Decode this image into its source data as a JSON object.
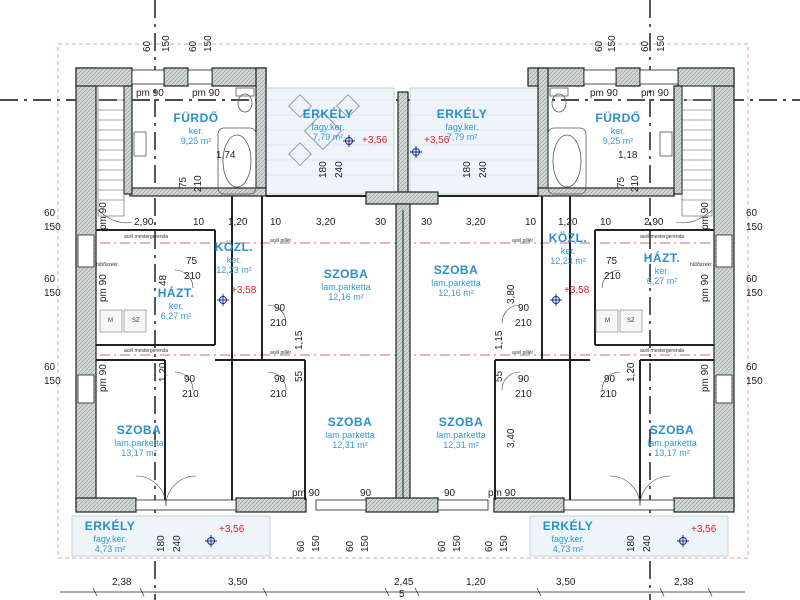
{
  "rooms": {
    "furdo_left": {
      "name": "FÜRDŐ",
      "floor": "ker.",
      "area": "9,25 m²"
    },
    "furdo_right": {
      "name": "FÜRDŐ",
      "floor": "ker.",
      "area": "9,25 m²"
    },
    "erkely_top_left": {
      "name": "ERKÉLY",
      "floor": "fagy.ker.",
      "area": "7,79 m²"
    },
    "erkely_top_right": {
      "name": "ERKÉLY",
      "floor": "fagy.ker.",
      "area": "7,79 m²"
    },
    "kozl_left": {
      "name": "KÖZL.",
      "floor": "ker.",
      "area": "12,23 m²"
    },
    "kozl_right": {
      "name": "KÖZL.",
      "floor": "ker.",
      "area": "12,23 m²"
    },
    "hazt_left": {
      "name": "HÁZT.",
      "floor": "ker.",
      "area": "6,27 m²"
    },
    "hazt_right": {
      "name": "HÁZT.",
      "floor": "ker.",
      "area": "6,27 m²"
    },
    "szoba_mid_left_top": {
      "name": "SZOBA",
      "floor": "lam.parketta",
      "area": "12,16 m²"
    },
    "szoba_mid_right_top": {
      "name": "SZOBA",
      "floor": "lam.parketta",
      "area": "12,16 m²"
    },
    "szoba_left_bottom": {
      "name": "SZOBA",
      "floor": "lam.parketta",
      "area": "13,17 m²"
    },
    "szoba_right_bottom": {
      "name": "SZOBA",
      "floor": "lam.parketta",
      "area": "13,17 m²"
    },
    "szoba_mid_left_bottom": {
      "name": "SZOBA",
      "floor": "lam.parketta",
      "area": "12,31 m²"
    },
    "szoba_mid_right_bottom": {
      "name": "SZOBA",
      "floor": "lam.parketta",
      "area": "12,31 m²"
    },
    "erkely_bottom_left": {
      "name": "ERKÉLY",
      "floor": "fagy.ker.",
      "area": "4,73 m²"
    },
    "erkely_bottom_right": {
      "name": "ERKÉLY",
      "floor": "fagy.ker.",
      "area": "4,73 m²"
    }
  },
  "levels": {
    "plus356": "+3,56",
    "plus358": "+3,58"
  },
  "dimensions": {
    "d60": "60",
    "d150": "150",
    "d90": "90",
    "d75": "75",
    "d210": "210",
    "d180": "180",
    "d240": "240",
    "pm90": "pm 90",
    "d10": "10",
    "d120": "1,20",
    "d290": "2,90",
    "d320": "3,20",
    "d30": "30",
    "d48": "48",
    "d174": "1,74",
    "d118": "1,18",
    "d115": "1,15",
    "d55": "55",
    "d380": "3,80",
    "d340": "3,40",
    "b238": "2,38",
    "b350": "3,50",
    "b245": "2,45",
    "b120": "1,20",
    "b5": "5"
  },
  "notes": {
    "mester": "acél mestergerenda",
    "acelpillér": "acél pillér",
    "hutoszek": "hűtőszekr.",
    "m": "M",
    "sz": "SZ"
  }
}
